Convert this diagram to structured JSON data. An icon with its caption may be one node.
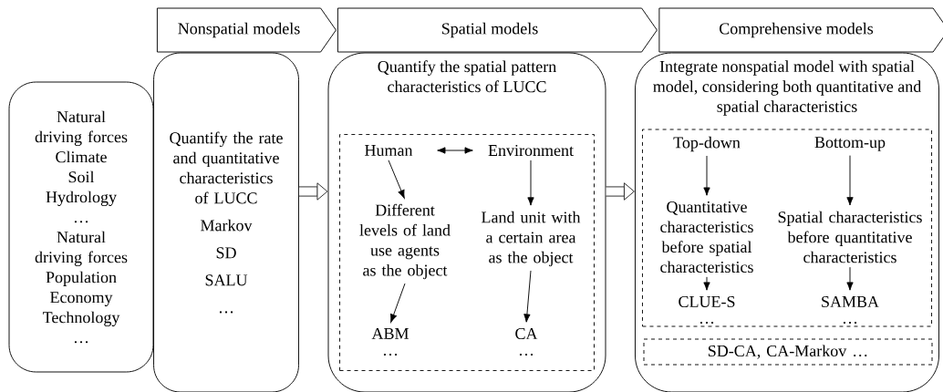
{
  "diagram": {
    "nodes": [
      {
        "text": [
          "Nonspatial models"
        ]
      },
      {
        "text": [
          "Spatial models"
        ]
      },
      {
        "text": [
          "Comprehensive models"
        ]
      },
      {
        "text": [
          "Natural driving forces",
          "Climate",
          "Soil",
          "Hydrology",
          "…",
          "Natural driving forces",
          "Population",
          "Economy",
          "Technology",
          "…"
        ]
      },
      {
        "text": [
          "Quantify the rate and quantitative characteristics of LUCC",
          "Markov",
          "SD",
          "SALU",
          "…"
        ]
      },
      {
        "text": [
          "Quantify the spatial pattern characteristics of LUCC"
        ]
      },
      {
        "text": [],
        "shape": "box",
        "in": 5
      },
      {
        "text": [
          "Human"
        ],
        "in": 6
      },
      {
        "text": [
          "Environment"
        ],
        "in": 6
      },
      {
        "text": [
          "Different levels of land use agents as the object"
        ],
        "in": 6
      },
      {
        "text": [
          "Land unit with a certain area as the object"
        ],
        "in": 6
      },
      {
        "text": [
          "ABM",
          "…"
        ],
        "in": 6
      },
      {
        "text": [
          "CA",
          "…"
        ],
        "in": 6
      },
      {
        "text": [
          "Integrate nonspatial model with spatial model, considering both quantitative and spatial characteristics"
        ]
      },
      {
        "text": [],
        "shape": "box",
        "in": 13
      },
      {
        "text": [
          "Top-down"
        ],
        "in": 14
      },
      {
        "text": [
          "Bottom-up"
        ],
        "in": 14
      },
      {
        "text": [
          "Quantitative characteristics before spatial characteristics"
        ],
        "in": 14
      },
      {
        "text": [
          "Spatial characteristics before quantitative characteristics"
        ],
        "in": 14
      },
      {
        "text": [
          "CLUE-S",
          "…"
        ],
        "in": 14
      },
      {
        "text": [
          "SAMBA",
          "…"
        ],
        "in": 14
      },
      {
        "text": [
          "SD-CA, CA-Markov …"
        ],
        "in": 13
      }
    ],
    "edges": [
      {
        "from": 4,
        "to": 5,
        "arrow": "to",
        "style": "thick"
      },
      {
        "from": 5,
        "to": 13,
        "arrow": "to",
        "style": "thick"
      },
      {
        "from": 7,
        "to": 8,
        "arrow": "both"
      },
      {
        "from": 7,
        "to": 9,
        "arrow": "to"
      },
      {
        "from": 9,
        "to": 11,
        "arrow": "to"
      },
      {
        "from": 8,
        "to": 10,
        "arrow": "to"
      },
      {
        "from": 10,
        "to": 12,
        "arrow": "to"
      },
      {
        "from": 15,
        "to": 17,
        "arrow": "to"
      },
      {
        "from": 17,
        "to": 19,
        "arrow": "to"
      },
      {
        "from": 16,
        "to": 18,
        "arrow": "to"
      },
      {
        "from": 18,
        "to": 20,
        "arrow": "to"
      }
    ]
  }
}
